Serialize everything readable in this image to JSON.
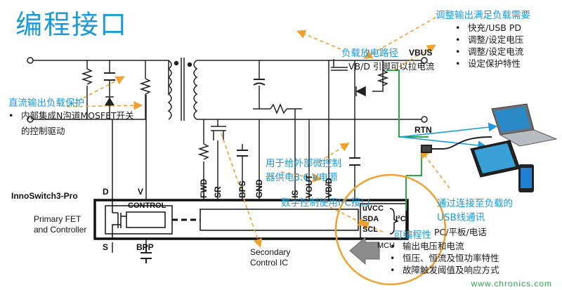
{
  "title": "编程接口",
  "top_right": {
    "heading": "调整输出满足负载需要",
    "items": [
      "快充/USB PD",
      "调整/设定电压",
      "调整/设定电流",
      "设定保护特性"
    ]
  },
  "left": {
    "heading": "直流输出负载保护",
    "items": [
      "内部集成N沟道MOSFET开关",
      "的控制驱动"
    ]
  },
  "load_discharge": {
    "heading": "负载放电路径",
    "text": "VB/D 引脚可以拉电流"
  },
  "supply": {
    "line1": "用于给外部微控制",
    "line2": "器供电3.6 V电源"
  },
  "i2c_note": "数字控制使用I²C接口",
  "usb_note": {
    "line1": "通过连接至负载的",
    "line2": "USB线通讯"
  },
  "pc_note": "PC/平板/电话",
  "programmable": "可编程性",
  "bottom_list": [
    "输出电压和电流",
    "恒压、恒流及恒功率特性",
    "故障触发阈值及响应方式"
  ],
  "circuit": {
    "vbus": "VBUS",
    "rtn": "RTN",
    "chip_name": "InnoSwitch3-Pro",
    "primary": [
      "Primary FET",
      "and Controller"
    ],
    "control": "CONTROL",
    "pin_d": "D",
    "pin_v": "V",
    "pin_s": "S",
    "pin_bpp": "BPP",
    "pins_vertical": [
      "FWD",
      "SR",
      "BPS",
      "GND",
      "IS",
      "VOUT",
      "VB/D"
    ],
    "uvcc": "uVCC",
    "sda": "SDA",
    "scl": "SCL",
    "i2c": "I²C",
    "mcu": "MCU",
    "secondary": [
      "Secondary",
      "Control IC"
    ]
  },
  "watermark": "www.chronics.com",
  "colors": {
    "blue": "#1a9ad6",
    "green": "#2aa84a",
    "orange": "#f0a030"
  }
}
